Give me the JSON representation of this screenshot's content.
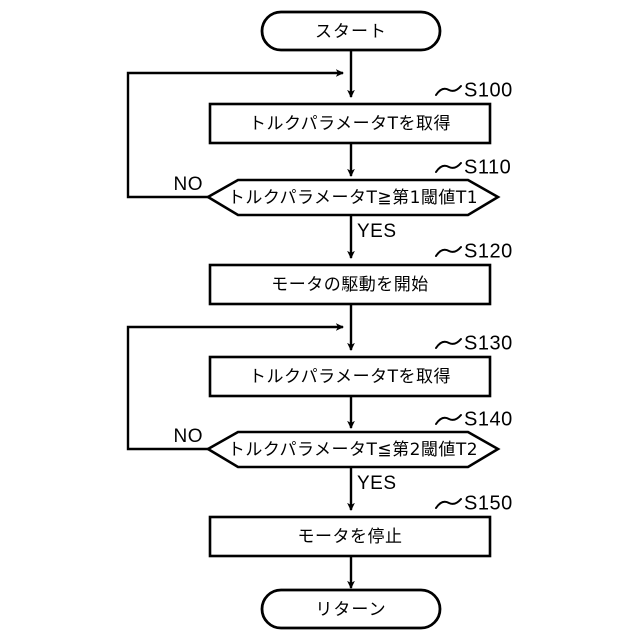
{
  "diagram": {
    "type": "flowchart",
    "language": "ja",
    "title_visible": false,
    "nodes": [
      {
        "id": "start",
        "shape": "terminal",
        "text": "スタート"
      },
      {
        "id": "s100",
        "shape": "process",
        "text": "トルクパラメータTを取得",
        "step": "S100"
      },
      {
        "id": "s110",
        "shape": "decision",
        "text": "トルクパラメータT≧第1閾値T1",
        "step": "S110"
      },
      {
        "id": "s120",
        "shape": "process",
        "text": "モータの駆動を開始",
        "step": "S120"
      },
      {
        "id": "s130",
        "shape": "process",
        "text": "トルクパラメータTを取得",
        "step": "S130"
      },
      {
        "id": "s140",
        "shape": "decision",
        "text": "トルクパラメータT≦第2閾値T2",
        "step": "S140"
      },
      {
        "id": "s150",
        "shape": "process",
        "text": "モータを停止",
        "step": "S150"
      },
      {
        "id": "return",
        "shape": "terminal",
        "text": "リターン"
      }
    ],
    "branch_labels": {
      "no_first": "NO",
      "yes_first": "YES",
      "no_second": "NO",
      "yes_second": "YES"
    },
    "colors": {
      "line": "#000000",
      "fill": "#ffffff",
      "text": "#000000"
    }
  }
}
